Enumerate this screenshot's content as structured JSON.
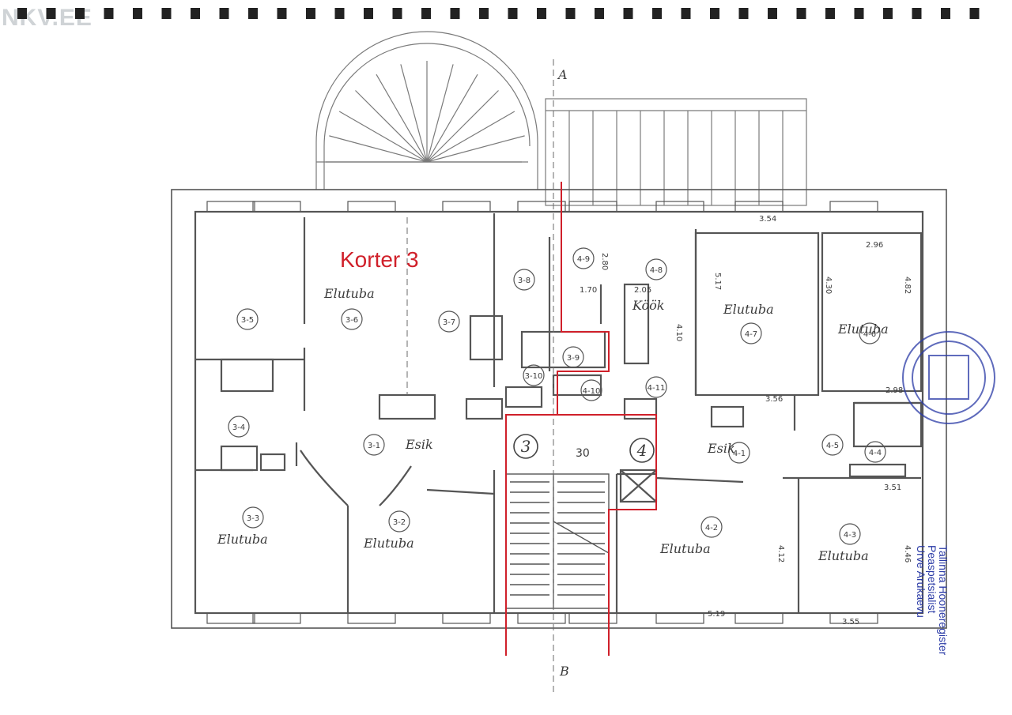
{
  "watermark": "NKV.EE",
  "title_label": "Korter 3",
  "section_marks": [
    "A",
    "B"
  ],
  "rooms": [
    {
      "id": "3-5",
      "name": ""
    },
    {
      "id": "3-6",
      "name": "Elutuba"
    },
    {
      "id": "3-7",
      "name": ""
    },
    {
      "id": "3-8",
      "name": ""
    },
    {
      "id": "3-9",
      "name": ""
    },
    {
      "id": "3-10",
      "name": ""
    },
    {
      "id": "3-4",
      "name": ""
    },
    {
      "id": "3-1",
      "name": "Esik"
    },
    {
      "id": "3-3",
      "name": "Elutuba"
    },
    {
      "id": "3-2",
      "name": "Elutuba"
    },
    {
      "id": "4-9",
      "name": ""
    },
    {
      "id": "4-8",
      "name": "Köök"
    },
    {
      "id": "4-10",
      "name": ""
    },
    {
      "id": "4-11",
      "name": ""
    },
    {
      "id": "4-7",
      "name": "Elutuba"
    },
    {
      "id": "4-6",
      "name": "Elutuba"
    },
    {
      "id": "4-1",
      "name": "Esik"
    },
    {
      "id": "4-5",
      "name": ""
    },
    {
      "id": "4-4",
      "name": ""
    },
    {
      "id": "4-2",
      "name": "Elutuba"
    },
    {
      "id": "4-3",
      "name": "Elutuba"
    }
  ],
  "apartment_marks": [
    "3",
    "4"
  ],
  "stair_number": "30",
  "dimensions": [
    "3.54",
    "2.96",
    "5.17",
    "4.30",
    "4.82",
    "3.56",
    "2.98",
    "1.70",
    "2.05",
    "4.10",
    "3.51",
    "4.12",
    "4.46",
    "5.19",
    "3.55",
    "2.80"
  ],
  "stamp": [
    "Tallinna Hooneregister",
    "Peaspetsialist",
    "Urve Arukaevu"
  ],
  "colors": {
    "line": "#5a5a5a",
    "red": "#d0202a",
    "stamp": "#2a3aa6"
  }
}
